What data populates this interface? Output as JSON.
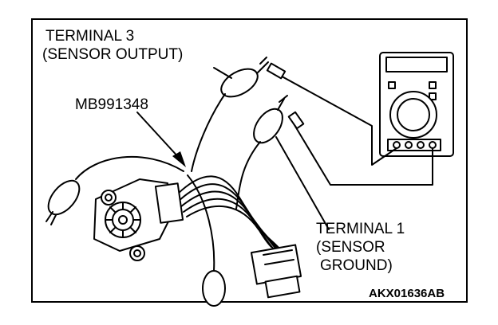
{
  "labels": {
    "terminal3": "TERMINAL 3",
    "terminal3_desc": "(SENSOR OUTPUT)",
    "tool": "MB991348",
    "terminal1": "TERMINAL 1",
    "terminal1_desc1": "(SENSOR",
    "terminal1_desc2": "GROUND)",
    "code": "AKX01636AB"
  }
}
